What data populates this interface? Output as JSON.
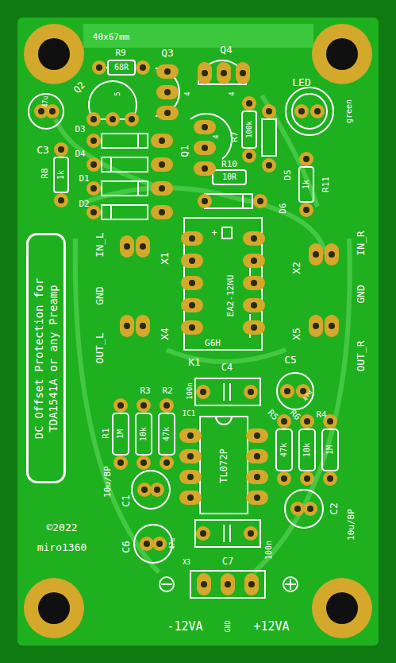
{
  "diagram": {
    "nodes": [
      {
        "text": [
          "DC Offset Protection for TDA1541A or any Preamp"
        ]
      }
    ],
    "labels": [
      "40x67mm",
      "R9",
      "68R",
      "Q3",
      "Q4",
      "Q2",
      "5",
      "4",
      "4",
      "4",
      "47u",
      "C3",
      "D3",
      "D4",
      "D1",
      "D2",
      "R8",
      "1k",
      "Q1",
      "R7",
      "100k",
      "R10",
      "10R",
      "LED",
      "green",
      "D5",
      "D6",
      "1k",
      "R11",
      "IN_L",
      "GND",
      "OUT_L",
      "X1",
      "X4",
      "X2",
      "X5",
      "IN_R",
      "GND",
      "OUT_R",
      "+",
      "EA2-12NU",
      "G6H",
      "K1",
      "C4",
      "100n",
      "C5",
      "47u",
      "R3",
      "R2",
      "R1",
      "1M",
      "10k",
      "47k",
      "IC1",
      "TL072P",
      "R5",
      "R6",
      "R4",
      "47k",
      "10k",
      "1M",
      "C1",
      "10u/BP",
      "C6",
      "47u",
      "C2",
      "10u/BP",
      "C7",
      "100n",
      "X3",
      "-12VA",
      "GND",
      "+12VA",
      "©2022",
      "miro1360"
    ]
  }
}
